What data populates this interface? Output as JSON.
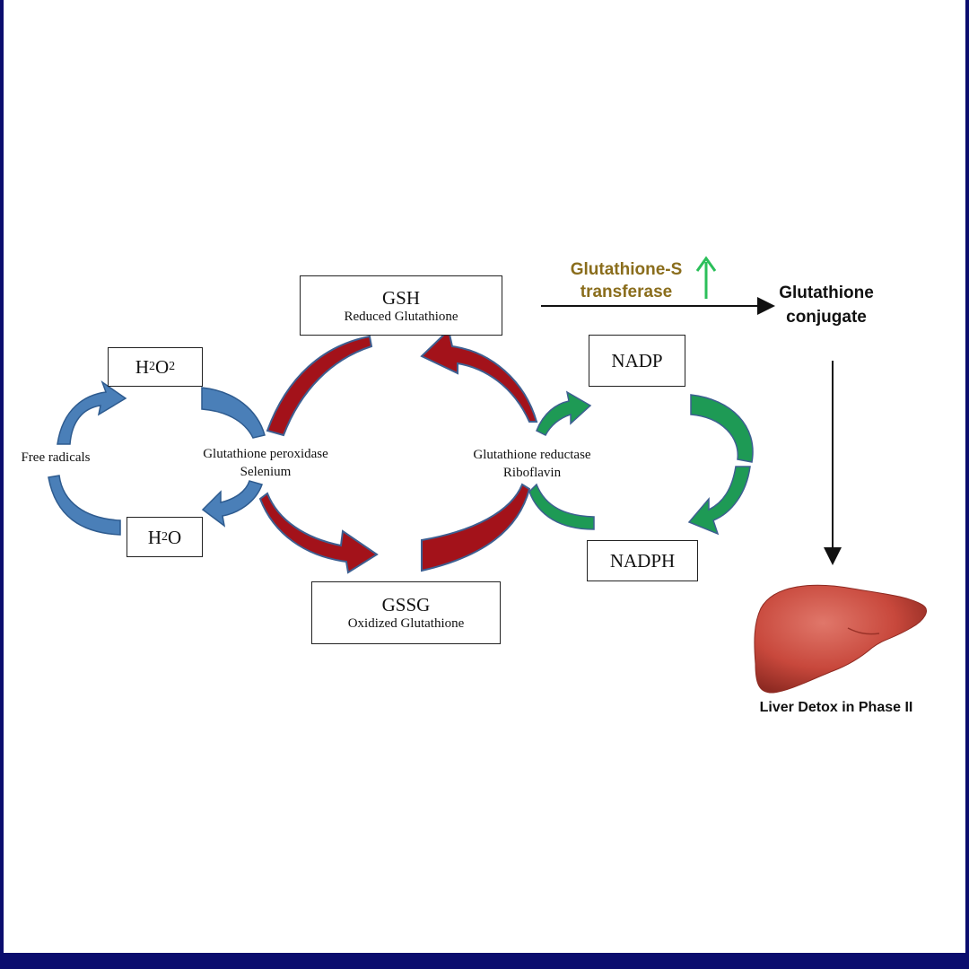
{
  "boxes": {
    "gsh": {
      "title": "GSH",
      "subtitle": "Reduced Glutathione"
    },
    "gssg": {
      "title": "GSSG",
      "subtitle": "Oxidized Glutathione"
    },
    "h2o2": {
      "base": "H",
      "sub1": "2",
      "mid": "O",
      "sub2": "2"
    },
    "h2o": {
      "base": "H",
      "sub1": "2",
      "mid": "O"
    },
    "nadp": {
      "label": "NADP"
    },
    "nadph": {
      "label": "NADPH"
    }
  },
  "labels": {
    "free_radicals": "Free radicals",
    "peroxidase_line1": "Glutathione peroxidase",
    "peroxidase_line2": "Selenium",
    "reductase_line1": "Glutathione reductase",
    "reductase_line2": "Riboflavin",
    "gst_line1": "Glutathione-S",
    "gst_line2": "transferase",
    "conjugate_line1": "Glutathione",
    "conjugate_line2": "conjugate",
    "liver_caption": "Liver Detox in Phase II"
  },
  "colors": {
    "blue_arrow": "#4a7fb8",
    "red_arrow": "#a3121a",
    "green_arrow": "#1e9a55",
    "gst_text": "#8a6d1c",
    "up_arrow": "#2bbf5a",
    "liver": "#c8483c",
    "frame": "#0b0d6e"
  },
  "icons": {
    "up_arrow": "up-arrow-icon",
    "liver": "liver-icon"
  }
}
